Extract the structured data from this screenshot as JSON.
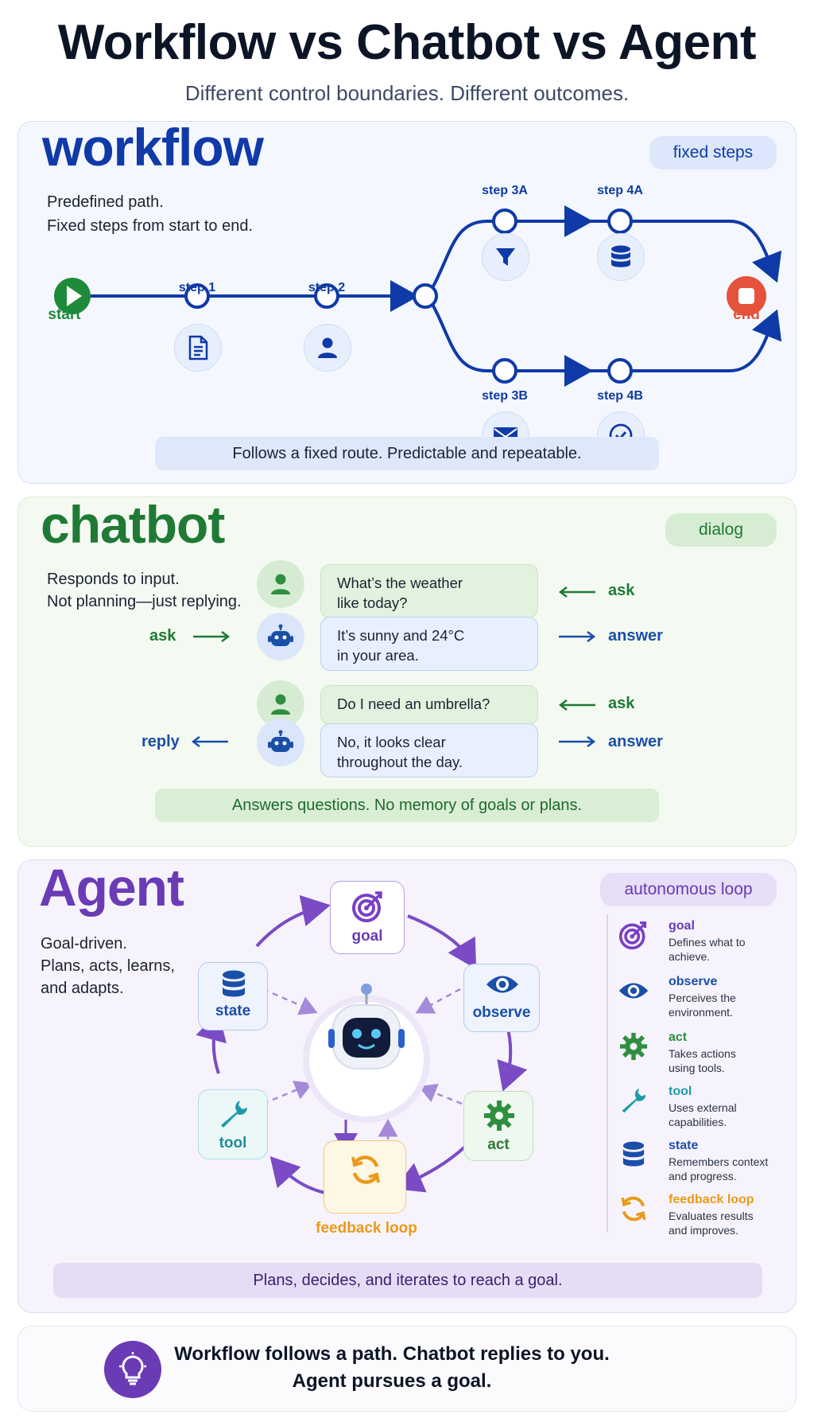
{
  "header": {
    "title": "Workflow vs Chatbot vs Agent",
    "subtitle": "Different control boundaries. Different outcomes."
  },
  "workflow": {
    "heading": "workflow",
    "desc_line1": "Predefined path.",
    "desc_line2": "Fixed steps from start to end.",
    "badge": "fixed steps",
    "nodes": {
      "start": "start",
      "step1": "step 1",
      "step2": "step 2",
      "step3a": "step 3A",
      "step4a": "step 4A",
      "step3b": "step 3B",
      "step4b": "step 4B",
      "end": "end"
    },
    "footer": "Follows a fixed route. Predictable and repeatable.",
    "colors": {
      "primary": "#0f3aa8",
      "start": "#1f8a3a",
      "end": "#e5533c"
    }
  },
  "chatbot": {
    "heading": "chatbot",
    "desc_line1": "Responds to input.",
    "desc_line2": "Not planning—just replying.",
    "badge": "dialog",
    "messages": [
      {
        "role": "user",
        "line1": "What’s the weather",
        "line2": "like today?",
        "side_label": "ask"
      },
      {
        "role": "bot",
        "line1": "It’s sunny and 24°C",
        "line2": "in your area.",
        "left_label": "ask",
        "right_label": "answer"
      },
      {
        "role": "user",
        "line1": "Do I need an umbrella?",
        "line2": "",
        "side_label": "ask"
      },
      {
        "role": "bot",
        "line1": "No, it looks clear",
        "line2": "throughout the day.",
        "left_label": "reply",
        "right_label": "answer"
      }
    ],
    "footer": "Answers questions. No memory of goals or plans.",
    "colors": {
      "primary": "#1f7a35",
      "answer": "#1a4fa8"
    }
  },
  "agent": {
    "heading": "Agent",
    "desc_line1": "Goal-driven.",
    "desc_line2": "Plans, acts, learns,",
    "desc_line3": "and adapts.",
    "badge": "autonomous loop",
    "loop": {
      "goal": "goal",
      "observe": "observe",
      "act": "act",
      "feedback": "feedback loop",
      "tool": "tool",
      "state": "state"
    },
    "legend": [
      {
        "icon": "target-icon",
        "title": "goal",
        "line1": "Defines what to",
        "line2": "achieve.",
        "color": "#7a3fc4"
      },
      {
        "icon": "eye-icon",
        "title": "observe",
        "line1": "Perceives the",
        "line2": "environment.",
        "color": "#1a4fa8"
      },
      {
        "icon": "gear-icon",
        "title": "act",
        "line1": "Takes actions",
        "line2": "using tools.",
        "color": "#2e8f3f"
      },
      {
        "icon": "wrench-icon",
        "title": "tool",
        "line1": "Uses external",
        "line2": "capabilities.",
        "color": "#1f9aa8"
      },
      {
        "icon": "database-icon",
        "title": "state",
        "line1": "Remembers context",
        "line2": "and progress.",
        "color": "#1a4fa8"
      },
      {
        "icon": "refresh-icon",
        "title": "feedback loop",
        "line1": "Evaluates results",
        "line2": "and improves.",
        "color": "#e99a1a"
      }
    ],
    "footer": "Plans, decides, and iterates to reach a goal.",
    "colors": {
      "primary": "#6a3bb5"
    }
  },
  "summary": {
    "line1": "Workflow follows a path. Chatbot replies to you.",
    "line2": "Agent pursues a goal."
  }
}
